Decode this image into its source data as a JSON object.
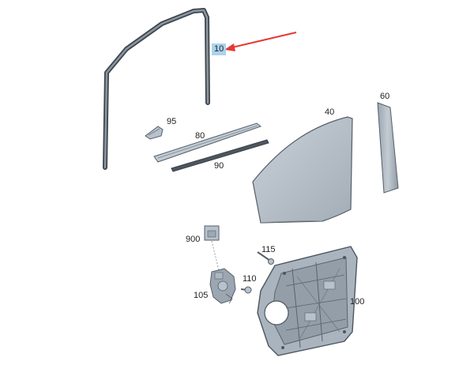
{
  "diagram": {
    "highlight_color": "#a9d3ee",
    "arrow_color": "#e53935",
    "part_fill": "#b8c2cc",
    "part_stroke": "#555f69",
    "highlighted_part": "10",
    "labels": {
      "p10": "10",
      "p40": "40",
      "p60": "60",
      "p80": "80",
      "p90": "90",
      "p95": "95",
      "p100": "100",
      "p105": "105",
      "p110": "110",
      "p115": "115",
      "p900": "900"
    }
  }
}
